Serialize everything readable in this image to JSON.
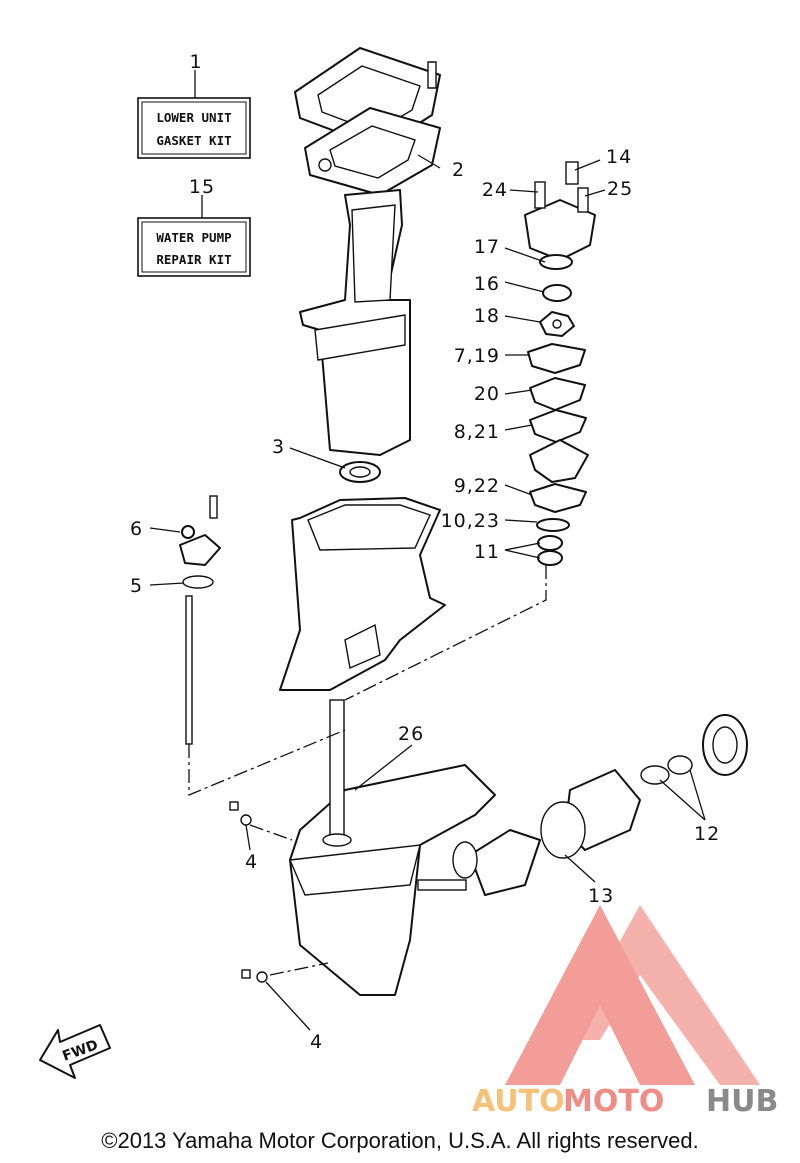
{
  "kits": [
    {
      "ref": "1",
      "line1": "LOWER UNIT",
      "line2": "GASKET KIT"
    },
    {
      "ref": "15",
      "line1": "WATER PUMP",
      "line2": "REPAIR KIT"
    }
  ],
  "callouts": [
    "1",
    "2",
    "3",
    "4",
    "4",
    "5",
    "6",
    "7,19",
    "8,21",
    "9,22",
    "10,23",
    "11",
    "12",
    "13",
    "14",
    "15",
    "16",
    "17",
    "18",
    "20",
    "24",
    "25",
    "26"
  ],
  "direction_label": "FWD",
  "watermark": {
    "auto": "AUTO",
    "moto": "MOTO",
    "hub": "HUB",
    "colors": {
      "auto": "#f6c27a",
      "moto": "#f08c86",
      "hub": "#8a8a8a",
      "triangle": "#f08c86"
    }
  },
  "copyright": "©2013 Yamaha Motor Corporation, U.S.A. All rights reserved."
}
